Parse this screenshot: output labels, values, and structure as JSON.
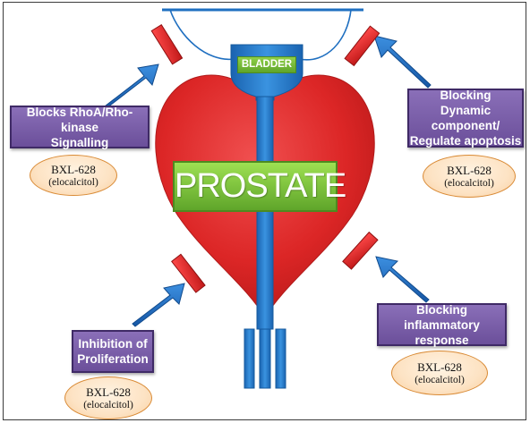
{
  "organ": {
    "bladder_label": "BLADDER",
    "prostate_label": "PROSTATE"
  },
  "actions": [
    {
      "id": "top-left",
      "lines": [
        "Blocks RhoA/Rho-kinase",
        "Signalling"
      ],
      "drug": "BXL-628",
      "drug_paren": "(elocalcitol)"
    },
    {
      "id": "top-right",
      "lines": [
        "Blocking",
        "Dynamic component/",
        "Regulate apoptosis"
      ],
      "drug": "BXL-628",
      "drug_paren": "(elocalcitol)"
    },
    {
      "id": "bottom-left",
      "lines": [
        "Inhibition of",
        "Proliferation"
      ],
      "drug": "BXL-628",
      "drug_paren": "(elocalcitol)"
    },
    {
      "id": "bottom-right",
      "lines": [
        "Blocking",
        "inflammatory response"
      ],
      "drug": "BXL-628",
      "drug_paren": "(elocalcitol)"
    }
  ],
  "colors": {
    "heart": "#e02a2a",
    "urethra": "#1f78c8",
    "arrow": "#1f6fc0",
    "blocker": "#e0202a",
    "action_box": "#7a5cad",
    "label_green": "#6cb52f",
    "drug_ellipse": "#fde3c4"
  }
}
